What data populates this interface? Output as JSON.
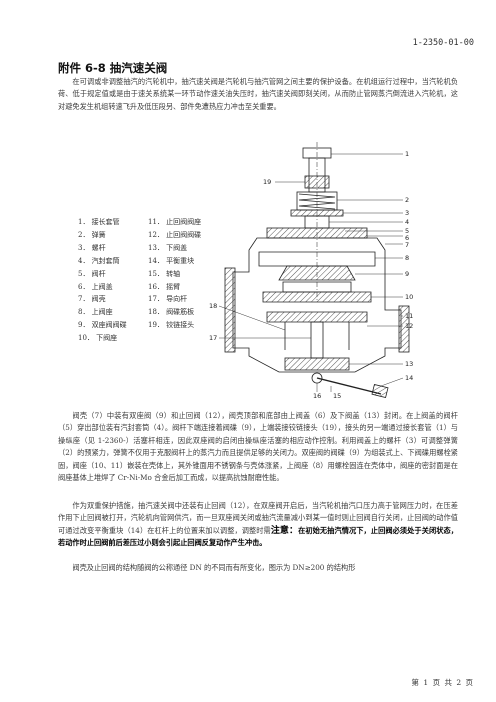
{
  "header": {
    "doc_number": "1-2350-01-00"
  },
  "title": "附件 6-8 抽汽速关阀",
  "intro": "在可调或非调整抽汽的汽轮机中，抽汽速关阀是汽轮机与抽汽管网之间主要的保护设备。在机组运行过程中，当汽轮机负荷、低于规定值或是由于速关系统某一环节动作速关油失压时，抽汽速关阀即刻关闭，从而防止管网蒸汽倒流进入汽轮机，这对避免发生机组转速飞升及低压段另、部件免遭热应力冲击至关重要。",
  "legend": [
    [
      "1．  接长套管",
      "11．  止回阀阀座"
    ],
    [
      "2．  弹簧",
      "12．  止回阀阀碟"
    ],
    [
      "3．  螺杆",
      "13．  下阀盖"
    ],
    [
      "4．  汽封套筒",
      "14．  平衡重块"
    ],
    [
      "5．  阀杆",
      "15．  转轴"
    ],
    [
      "6．  上阀盖",
      "16．  摇臂"
    ],
    [
      "7．  阀壳",
      "17．  导向杆"
    ],
    [
      "8．  上阀座",
      "18．  阀碟筋板"
    ],
    [
      "9．  双座阀阀碟",
      "19．  铰链接头"
    ],
    [
      "10．  下阀座",
      ""
    ]
  ],
  "diagram_labels": [
    "1",
    "2",
    "3",
    "4",
    "5",
    "6",
    "7",
    "8",
    "9",
    "10",
    "11",
    "12",
    "13",
    "14",
    "15",
    "16",
    "17",
    "18",
    "19"
  ],
  "para2": "阀壳（7）中装有双座阀（9）和止回阀（12），阀壳顶部和底部由上阀盖（6）及下阀盖（13）封闭。在上阀盖的阀杆（5）穿出部位装有汽封套筒（4）。阀杆下端连接着阀碟（9），上端装接铰链接头（19），接头的另一端通过接长套管（1）与操纵座（见 1-2360-）活塞杆相连，因此双座阀的启闭由操纵座活塞的相应动作控制。利用阀盖上的螺杆（3）可调整弹簧（2）的预紧力，弹簧不仅用于克服阀杆上的蒸汽力而且提供足够的关闭力。双座阀的阀碟（9）为组装式上、下阀碟用螺栓紧固，阀座（10、11）嵌装在壳体上，其外锥面用不锈钢条与壳体涨紧，上阀座（8）用螺栓固连在壳体中，阀座的密封面是在阀座基体上堆焊了 Cr-Ni-Mo 合金后加工而成，以提高抗蚀耐磨性能。",
  "para3_a": "作为双重保护措施，抽汽速关阀中还装有止回阀（12），在双座阀开启后，当汽轮机抽汽口压力高于管网压力时，在压差作用下止回阀被打开，汽轮机向管网供汽，而一旦双座阀关闭或抽汽流量减小到某一值时则止回阀自行关闭，止回阀的动作值可通过改变平衡重块（14）在杠杆上的位置来加以调整，调整时需",
  "para3_note": "注意：",
  "para3_b": "在初始无抽汽情况下，止回阀必须处于关闭状态，若动作时止回阀前后差压过小则会引起止回阀反复动作产生冲击。",
  "para4": "阀壳及止回阀的结构随阀的公称通径 DN 的不同而有所变化，图示为 DN≥200 的结构形",
  "footer": {
    "page": "第 1 页 共 2 页"
  }
}
